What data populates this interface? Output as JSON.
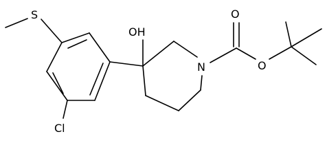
{
  "molecule": {
    "atom_labels": {
      "sulfur": "S",
      "hydroxyl": "OH",
      "nitrogen": "N",
      "carbonyl_oxygen": "O",
      "ester_oxygen": "O",
      "chlorine": "Cl"
    },
    "line_color": "#000000",
    "background": "#ffffff"
  }
}
